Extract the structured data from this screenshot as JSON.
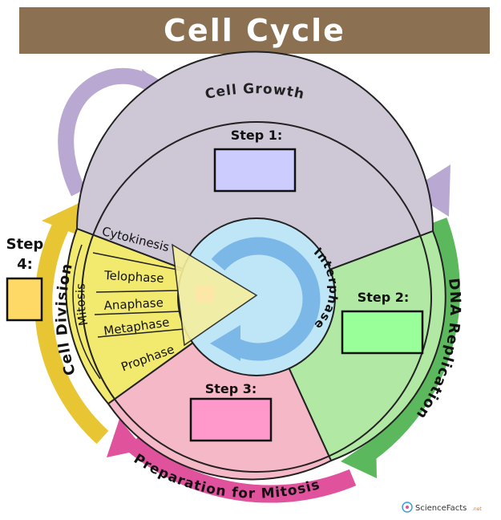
{
  "title": "Cell Cycle",
  "phases": {
    "cell_growth": "Cell Growth",
    "dna_replication": "DNA Replication",
    "preparation": "Preparation for Mitosis",
    "cell_division": "Cell Division",
    "interphase": "Interphase",
    "mitosis": "Mitosis"
  },
  "mitosis_stages": [
    "Cytokinesis",
    "Telophase",
    "Anaphase",
    "Metaphase",
    "Prophase"
  ],
  "steps": {
    "step1": "Step 1:",
    "step2": "Step 2:",
    "step3": "Step 3:",
    "step4_line1": "Step",
    "step4_line2": "4:"
  },
  "brand": "ScienceFacts",
  "brand_suffix": ".net",
  "colors": {
    "title_bg": "#8b7152",
    "cell_growth": "#b8a8d2",
    "dna_replication": "#5cb85c",
    "preparation": "#e0529c",
    "cell_division": "#e8c532",
    "step1_box": "#ccccff",
    "step2_box": "#99ff99",
    "step3_box": "#ff99cc",
    "step4_box": "#ffd966"
  }
}
